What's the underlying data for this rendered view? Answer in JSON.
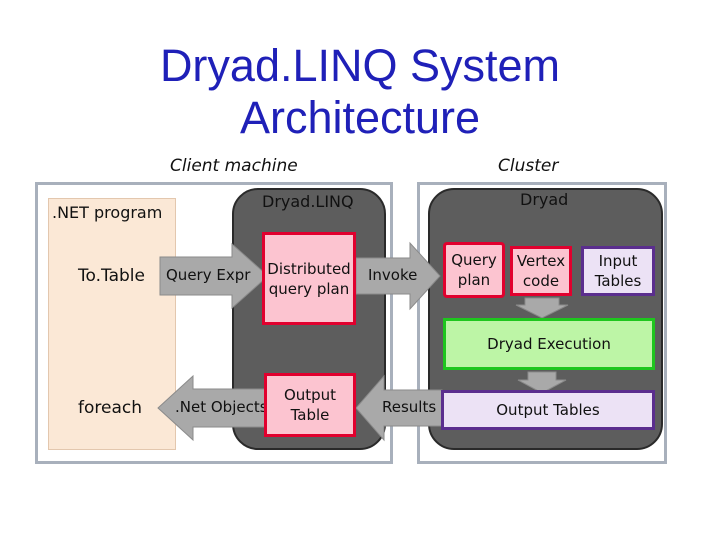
{
  "title_line1": "Dryad.LINQ System",
  "title_line2": "Architecture",
  "client": {
    "heading": "Client machine",
    "program_label": ".NET program",
    "totable": "To.Table",
    "foreach": "foreach",
    "query_expr": "Query Expr",
    "net_objects": ".Net Objects",
    "dryadlinq_label": "Dryad.LINQ",
    "distributed_plan": [
      "Distributed",
      "query plan"
    ],
    "output_table": [
      "Output",
      "Table"
    ]
  },
  "cluster": {
    "heading": "Cluster",
    "dryad_label": "Dryad",
    "invoke": "Invoke",
    "results": "Results",
    "query_plan": [
      "Query",
      "plan"
    ],
    "vertex_code": [
      "Vertex",
      "code"
    ],
    "input_tables": [
      "Input",
      "Tables"
    ],
    "dryad_execution": "Dryad Execution",
    "output_tables": "Output Tables"
  },
  "colors": {
    "title": "#1f20b8",
    "pink_fill": "#fcc4d0",
    "pink_border": "#e1002e",
    "green_fill": "#bdf5a6",
    "green_border": "#1ec61e",
    "lavender_fill": "#ece2f5",
    "lavender_border": "#5b2e8e",
    "dark_panel": "#5d5d5d",
    "peach": "#fbe8d6",
    "arrow": "#a9a9a9"
  }
}
